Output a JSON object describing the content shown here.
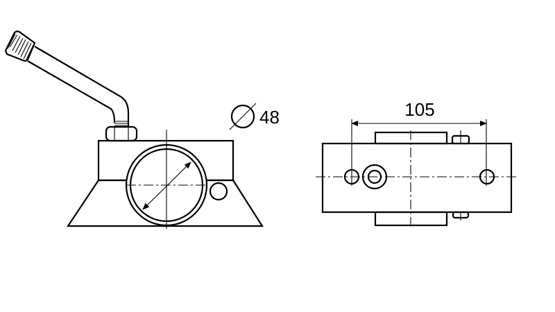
{
  "drawing": {
    "diameter_symbol": "Ø",
    "diameter_value": "48",
    "hole_spacing_value": "105",
    "line_color": "#000000",
    "background_color": "#ffffff"
  }
}
